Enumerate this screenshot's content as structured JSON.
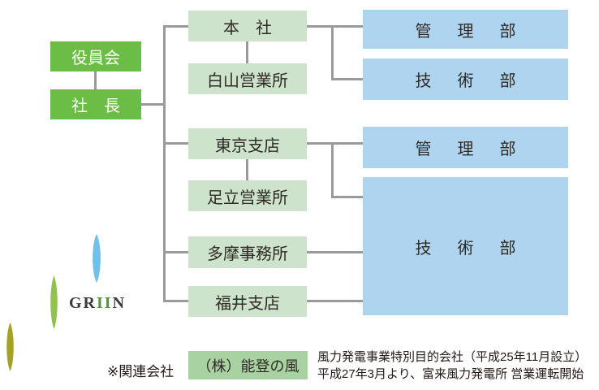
{
  "diagram": {
    "type": "organization-chart",
    "boxes": {
      "board": "役員会",
      "president": "社　長",
      "head_office": "本　社",
      "hakusan_office": "白山営業所",
      "tokyo_branch": "東京支店",
      "adachi_office": "足立営業所",
      "tama_office": "多摩事務所",
      "fukui_branch": "福井支店",
      "admin_dept_1": "管　理　部",
      "tech_dept_1": "技　術　部",
      "admin_dept_2": "管　理　部",
      "tech_dept_2": "技　術　部"
    }
  },
  "logo": {
    "part_gr": "GR",
    "part_ii": "II",
    "part_n": "N",
    "leaves": [
      "blue-leaf",
      "green-leaf",
      "olive-leaf"
    ]
  },
  "footer": {
    "note": "※関連会社",
    "affiliate_company": "（株）能登の風",
    "description_line1": "風力発電事業特別目的会社（平成25年11月設立）",
    "description_line2": "平成27年3月より、富来風力発電所 営業運転開始"
  },
  "colors": {
    "green_dark": "#6cbd45",
    "green_light": "#cde3cb",
    "green_mid": "#a8d2a2",
    "blue_box": "#aed4ef",
    "line_gray": "#9a9a9a",
    "leaf_blue": "#6fc0ea",
    "leaf_green": "#93c14d",
    "leaf_olive": "#a5a127",
    "logo_green": "#4f9637",
    "text_dark": "#231815"
  }
}
